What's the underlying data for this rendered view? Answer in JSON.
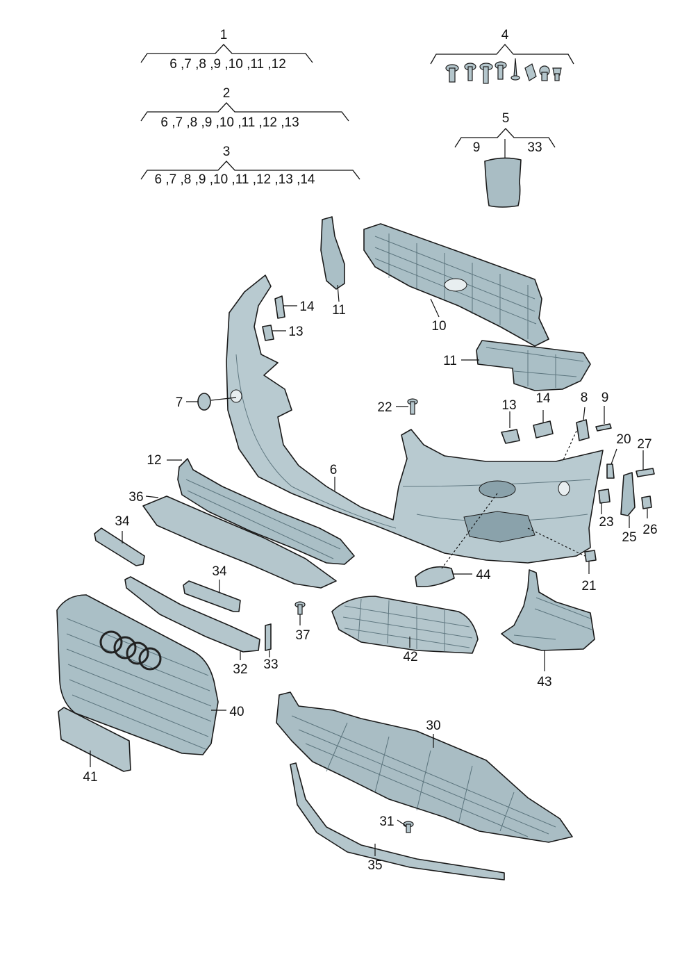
{
  "groups": [
    {
      "number": "1",
      "contents": "6 ,7 ,8 ,9 ,10 ,11 ,12"
    },
    {
      "number": "2",
      "contents": "6 ,7 ,8 ,9 ,10 ,11 ,12 ,13"
    },
    {
      "number": "3",
      "contents": "6 ,7 ,8 ,9 ,10 ,11 ,12 ,13 ,14"
    },
    {
      "number": "4",
      "contents": ""
    },
    {
      "number": "5",
      "left": "9",
      "right": "33"
    }
  ],
  "labels": {
    "p6": "6",
    "p7": "7",
    "p8": "8",
    "p9": "9",
    "p10": "10",
    "p11a": "11",
    "p11b": "11",
    "p12": "12",
    "p13a": "13",
    "p13b": "13",
    "p14a": "14",
    "p14b": "14",
    "p20": "20",
    "p21": "21",
    "p22": "22",
    "p23": "23",
    "p25": "25",
    "p26": "26",
    "p27": "27",
    "p30": "30",
    "p31": "31",
    "p32": "32",
    "p33": "33",
    "p34a": "34",
    "p34b": "34",
    "p35": "35",
    "p36": "36",
    "p37": "37",
    "p40": "40",
    "p41": "41",
    "p42": "42",
    "p43": "43",
    "p44": "44"
  },
  "colors": {
    "part_fill": "#b4c6cc",
    "part_dark": "#7f98a1",
    "line": "#111111"
  }
}
